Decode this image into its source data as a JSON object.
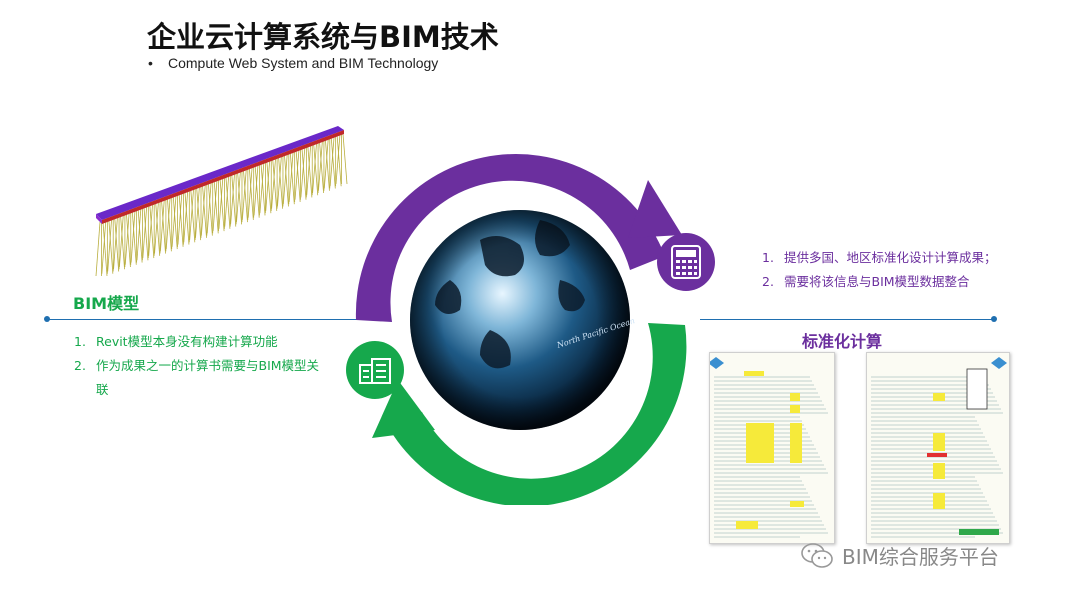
{
  "title": "企业云计算系统与BIM技术",
  "subtitle": "Compute Web System and BIM Technology",
  "subtitle_bullet": "•",
  "left_section": {
    "heading": "BIM模型",
    "items": [
      {
        "num": "1.",
        "text": "Revit模型本身没有构建计算功能"
      },
      {
        "num": "2.",
        "text": "作为成果之一的计算书需要与BIM模型关联"
      }
    ]
  },
  "right_section": {
    "items": [
      {
        "num": "1.",
        "text": "提供多国、地区标准化设计计算成果；"
      },
      {
        "num": "2.",
        "text": "需要将该信息与BIM模型数据整合"
      }
    ]
  },
  "std_heading": "标准化计算",
  "watermark": "BIM综合服务平台",
  "globe_text": "North Pacific Ocean",
  "icons": {
    "calc": "calculator-icon",
    "house": "building-icon",
    "wechat": "wechat-icon"
  },
  "colors": {
    "purple": "#6b2f9e",
    "green": "#16a84c",
    "line": "#1f6fb0"
  }
}
